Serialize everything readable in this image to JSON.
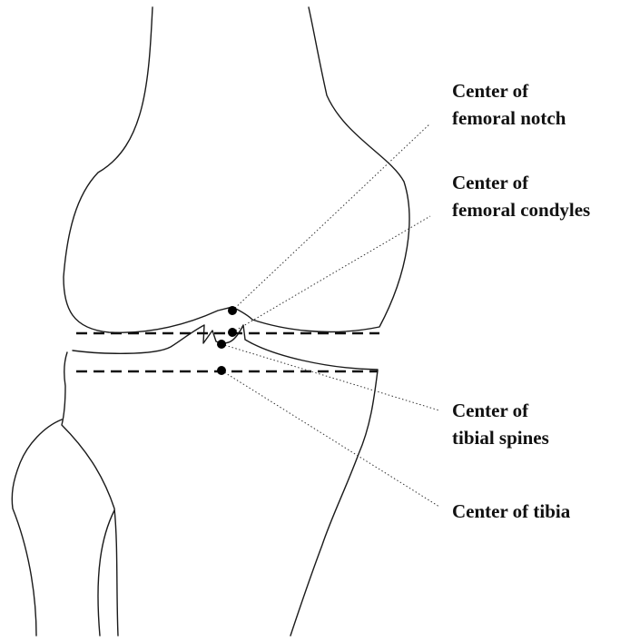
{
  "labels": {
    "femoral_notch": {
      "line1": "Center of",
      "line2": "femoral notch"
    },
    "femoral_condyles": {
      "line1": "Center of",
      "line2": "femoral condyles"
    },
    "tibial_spines": {
      "line1": "Center of",
      "line2": "tibial spines"
    },
    "tibia": {
      "line1": "Center of tibia"
    }
  },
  "colors": {
    "outline": "#1a1a1a",
    "points": "#000000",
    "reference_lines": "#111111"
  }
}
